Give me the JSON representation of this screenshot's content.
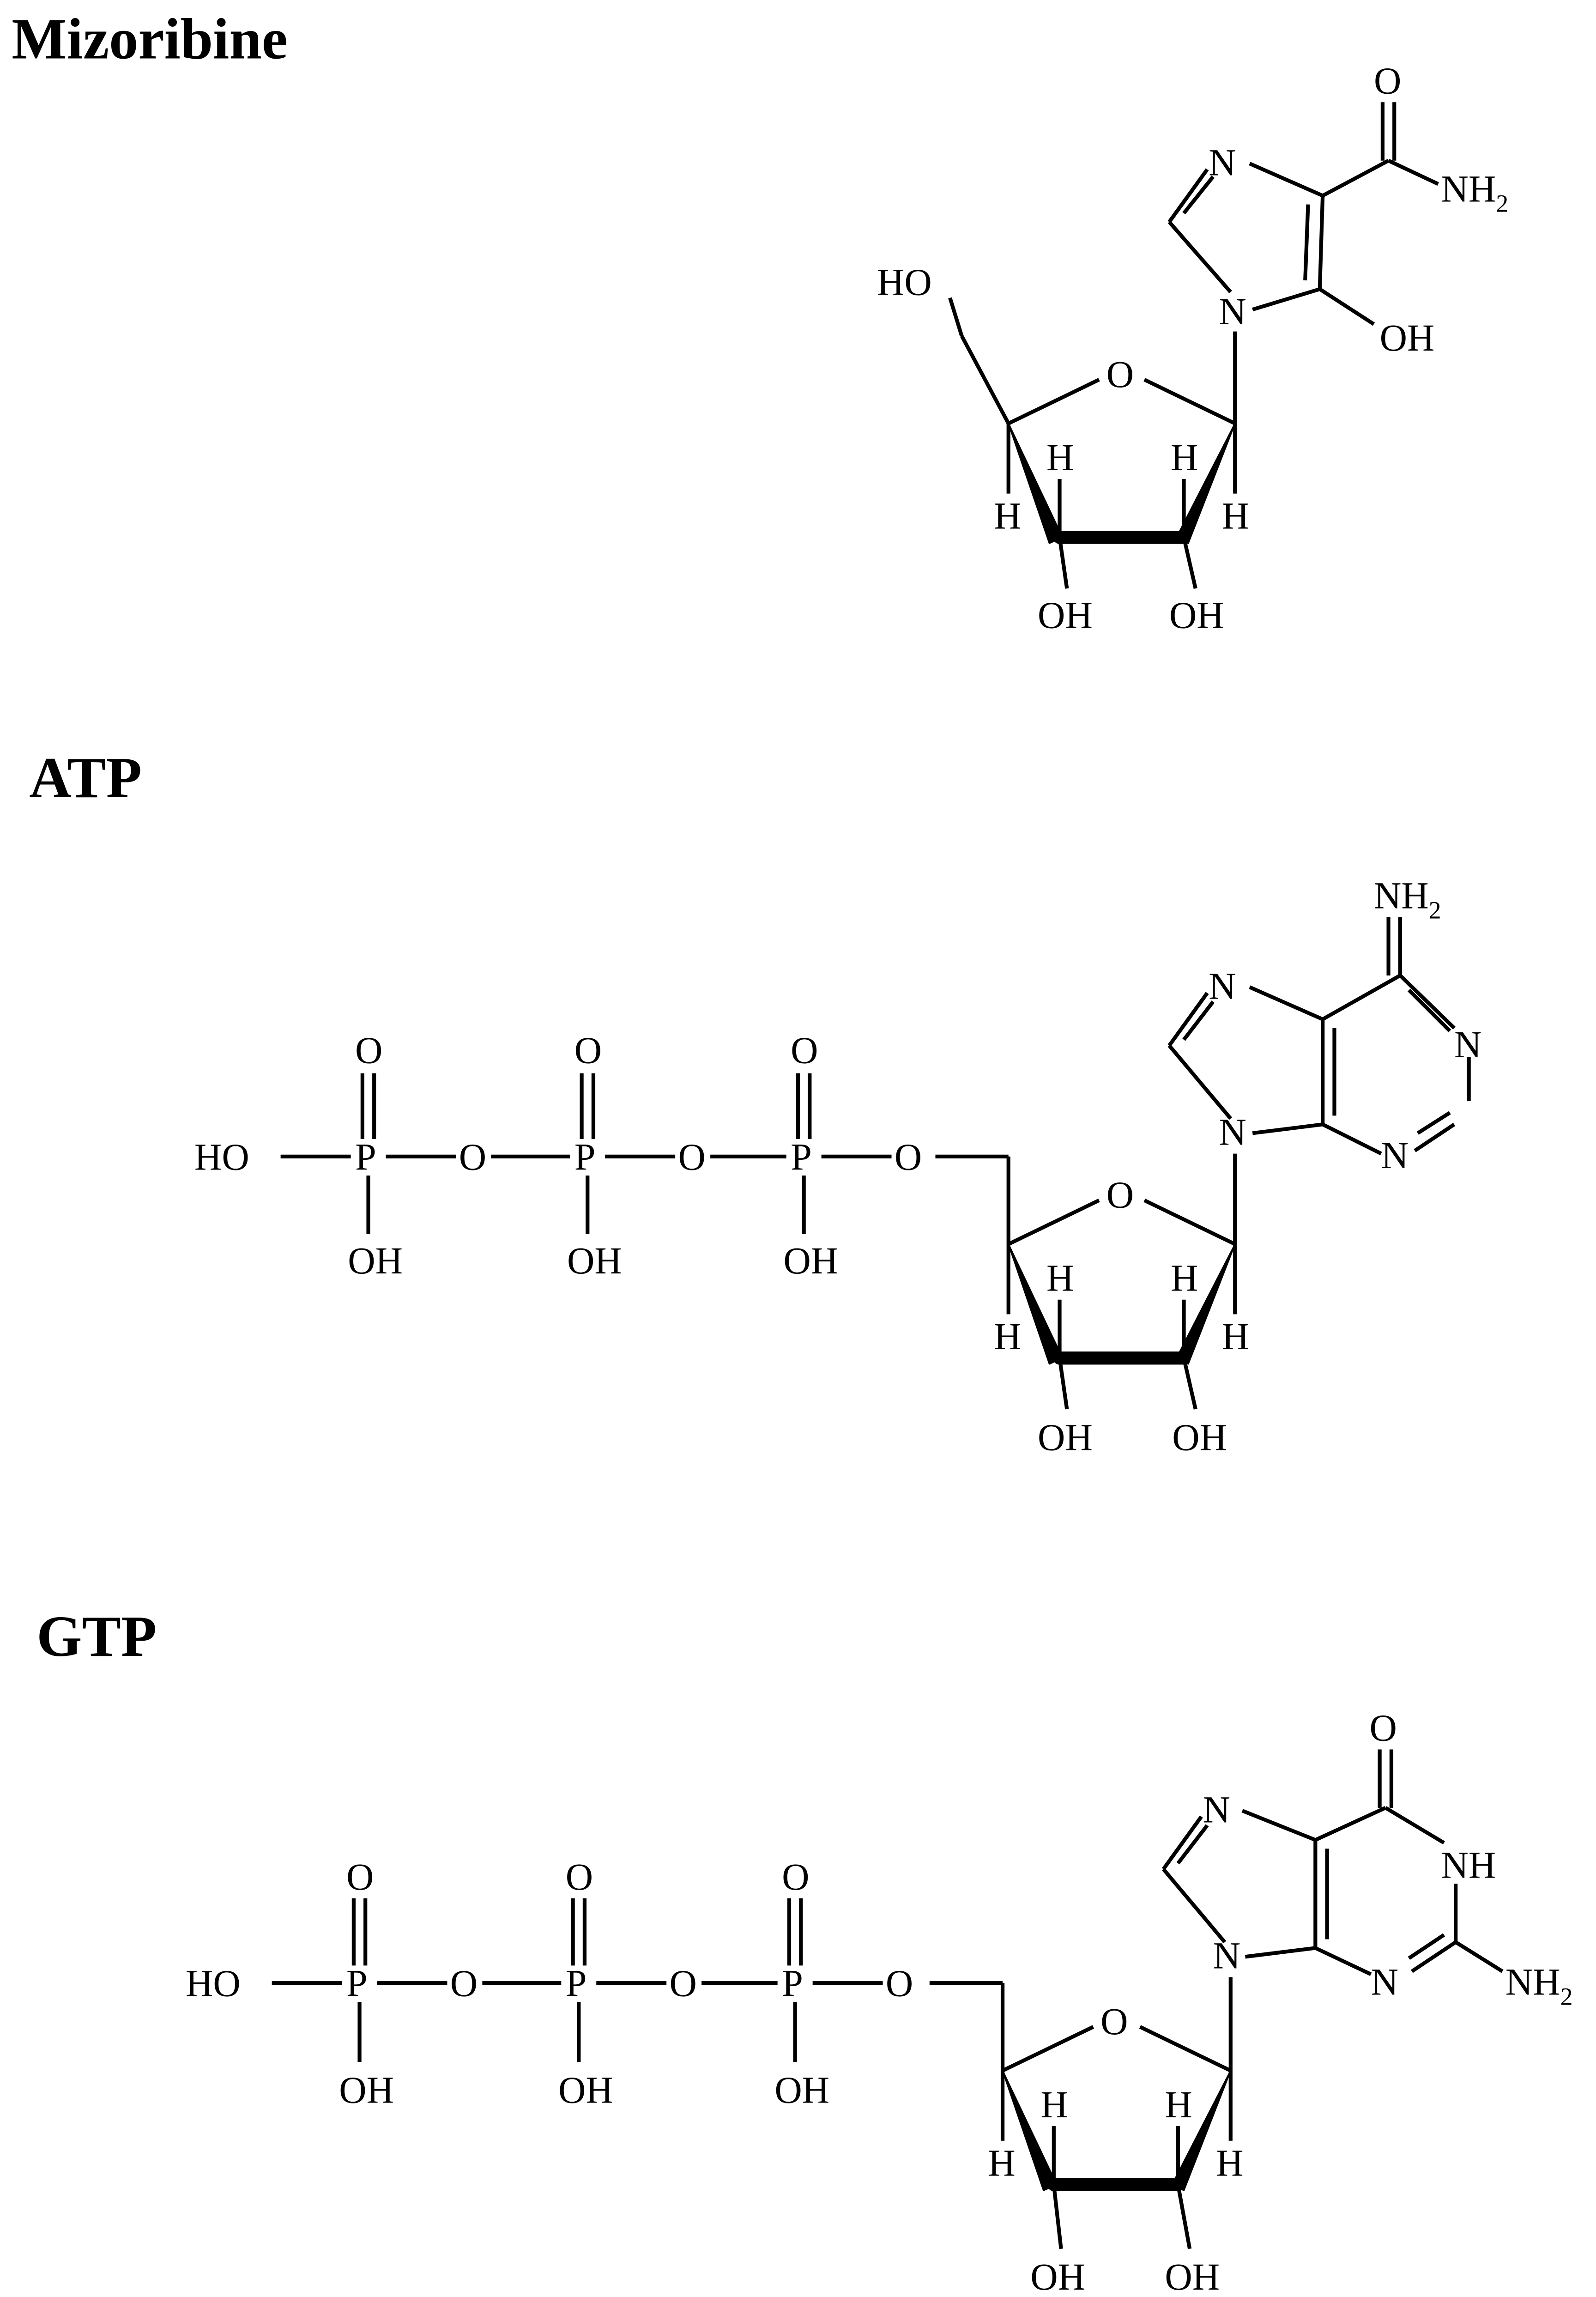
{
  "molecules": [
    {
      "key": "mizoribine",
      "name": "Mizoribine",
      "labels": {
        "carbonyl_o": "O",
        "amide_n": "NH",
        "amide_sub": "2",
        "ring_n_top": "N",
        "ring_n_glyco": "N",
        "ring_oh": "OH",
        "sugar_o": "O",
        "ch2oh": "HO",
        "h_c4_out": "H",
        "h_c3": "H",
        "h_c2": "H",
        "h_c1_out": "H",
        "oh_3": "OH",
        "oh_2": "OH"
      }
    },
    {
      "key": "atp",
      "name": "ATP",
      "labels": {
        "amine_n": "NH",
        "amine_sub": "2",
        "n7": "N",
        "n1": "N",
        "n3": "N",
        "n9": "N",
        "ho_term": "HO",
        "p1": "P",
        "p1_o": "O",
        "p1_oh": "OH",
        "o_bridge1": "O",
        "p2": "P",
        "p2_o": "O",
        "p2_oh": "OH",
        "o_bridge2": "O",
        "p3": "P",
        "p3_o": "O",
        "p3_oh": "OH",
        "o_ester": "O",
        "sugar_o": "O",
        "h_c4_out": "H",
        "h_c3": "H",
        "h_c2": "H",
        "h_c1_out": "H",
        "oh_3": "OH",
        "oh_2": "OH"
      }
    },
    {
      "key": "gtp",
      "name": "GTP",
      "labels": {
        "carbonyl_o": "O",
        "nh1": "NH",
        "n7": "N",
        "n3": "N",
        "n9": "N",
        "amine_n": "NH",
        "amine_sub": "2",
        "ho_term": "HO",
        "p1": "P",
        "p1_o": "O",
        "p1_oh": "OH",
        "o_bridge1": "O",
        "p2": "P",
        "p2_o": "O",
        "p2_oh": "OH",
        "o_bridge2": "O",
        "p3": "P",
        "p3_o": "O",
        "p3_oh": "OH",
        "o_ester": "O",
        "sugar_o": "O",
        "h_c4_out": "H",
        "h_c3": "H",
        "h_c2": "H",
        "h_c1_out": "H",
        "oh_3": "OH",
        "oh_2": "OH"
      }
    }
  ]
}
